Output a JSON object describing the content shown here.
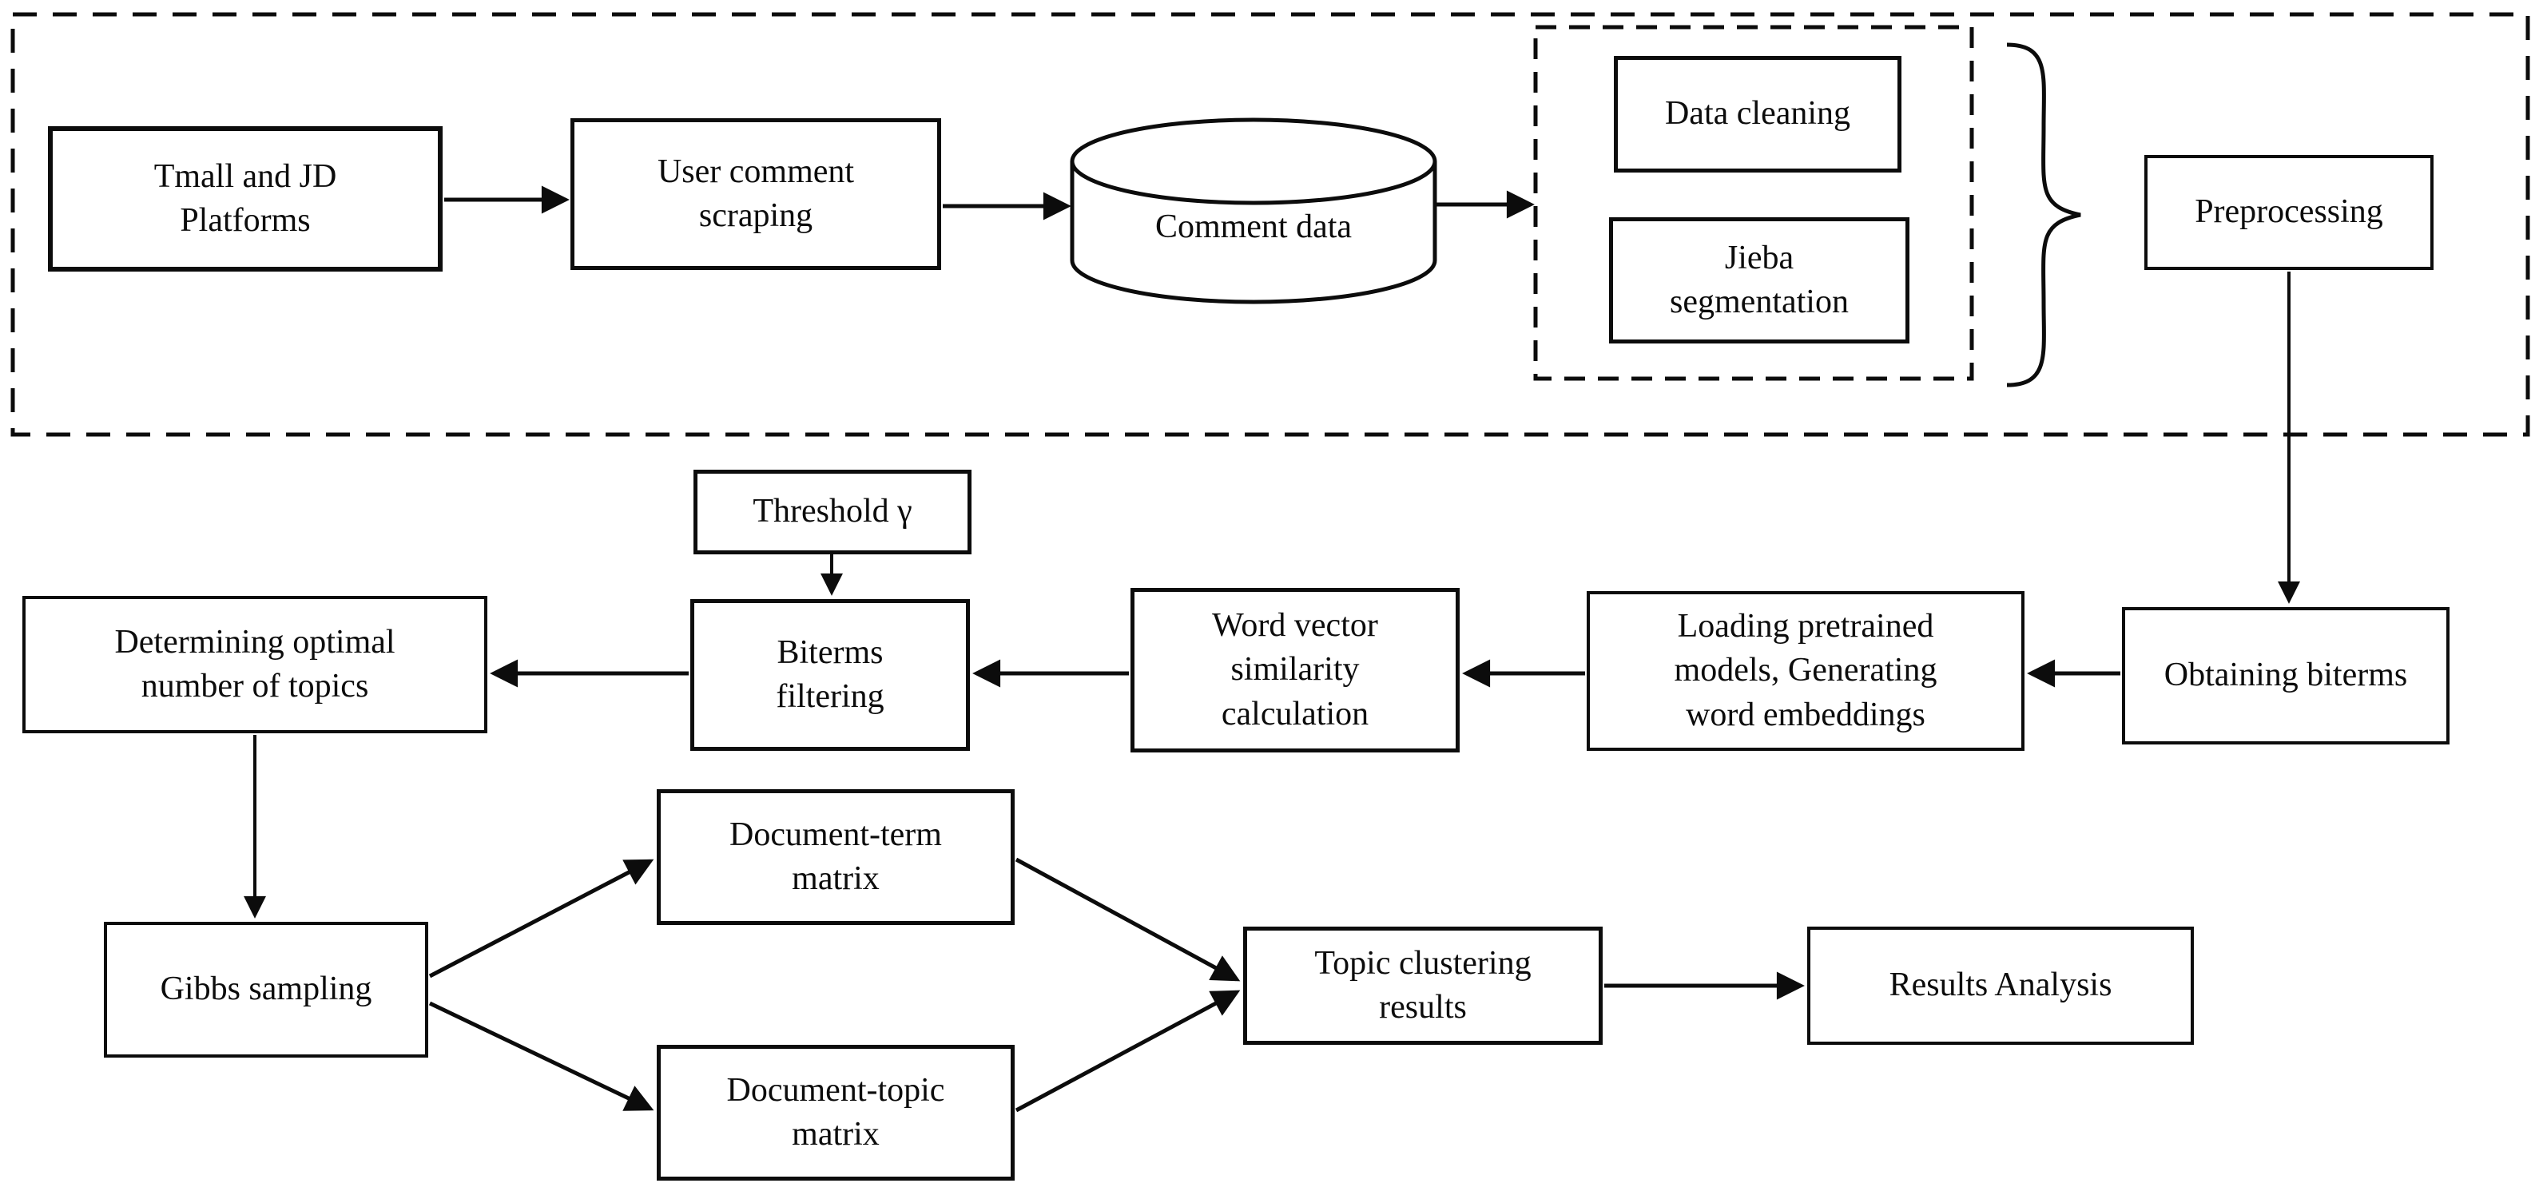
{
  "figure": {
    "title": "BTM-based user comment topic mining pipeline flowchart",
    "background_color": "#ffffff",
    "line_color": "#0c0c0c",
    "nodes": {
      "tmall_jd_platforms": {
        "lines": [
          "Tmall and JD",
          "Platforms"
        ]
      },
      "user_comment_scraping": {
        "lines": [
          "User comment",
          "scraping"
        ]
      },
      "comment_data": {
        "lines": [
          "Comment data"
        ]
      },
      "data_cleaning": {
        "lines": [
          "Data cleaning"
        ]
      },
      "jieba_segmentation": {
        "lines": [
          "Jieba",
          "segmentation"
        ]
      },
      "preprocessing": {
        "lines": [
          "Preprocessing"
        ]
      },
      "obtaining_biterms": {
        "lines": [
          "Obtaining biterms"
        ]
      },
      "loading_pretrained": {
        "lines": [
          "Loading pretrained",
          "models, Generating",
          "word embeddings"
        ]
      },
      "word_vector_similarity": {
        "lines": [
          "Word vector",
          "similarity",
          "calculation"
        ]
      },
      "threshold_gamma": {
        "lines": [
          "Threshold γ"
        ]
      },
      "biterms_filtering": {
        "lines": [
          "Biterms",
          "filtering"
        ]
      },
      "determining_optimal": {
        "lines": [
          "Determining optimal",
          "number of topics"
        ]
      },
      "gibbs_sampling": {
        "lines": [
          "Gibbs sampling"
        ]
      },
      "document_term_matrix": {
        "lines": [
          "Document-term",
          "matrix"
        ]
      },
      "document_topic_matrix": {
        "lines": [
          "Document-topic",
          "matrix"
        ]
      },
      "topic_clustering_results": {
        "lines": [
          "Topic clustering",
          "results"
        ]
      },
      "results_analysis": {
        "lines": [
          "Results Analysis"
        ]
      }
    }
  }
}
